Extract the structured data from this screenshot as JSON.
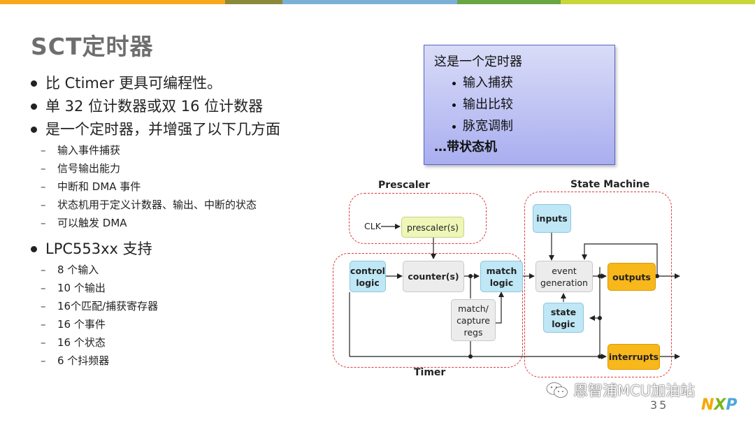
{
  "colors": {
    "topbar": [
      "#f7a81b",
      "#8a8a3a",
      "#7ab0d6",
      "#6aa642",
      "#c9d63a"
    ],
    "title": "#6e6e6e",
    "region_border": "#e03a3a",
    "block_blue": "#bfe7f6",
    "block_orange": "#f8b71a",
    "block_yellow": "#eef7b8",
    "callout_bg": "#b5bbf2"
  },
  "title": "SCT定时器",
  "bullets": {
    "b1": "比 Ctimer 更具可编程性。",
    "b2": "单 32 位计数器或双 16 位计数器",
    "b3": "是一个定时器，并增强了以下几方面",
    "b3_items": [
      "输入事件捕获",
      "信号输出能力",
      "中断和 DMA 事件",
      "状态机用于定义计数器、输出、中断的状态",
      "可以触发 DMA"
    ],
    "b4": "LPC553xx 支持",
    "b4_items": [
      "8 个输入",
      "10 个输出",
      "16个匹配/捕获寄存器",
      "16 个事件",
      "16 个状态",
      "6 个抖频器"
    ]
  },
  "callout": {
    "heading": "这是一个定时器",
    "items": [
      "输入捕获",
      "输出比较",
      "脉宽调制"
    ],
    "footer": "…带状态机"
  },
  "diagram": {
    "prescaler_label": "Prescaler",
    "state_machine_label": "State Machine",
    "timer_label": "Timer",
    "clk": "CLK",
    "prescaler_block": "prescaler(s)",
    "control_logic": "control logic",
    "counter": "counter(s)",
    "match_logic": "match logic",
    "match_capture": "match/ capture regs",
    "inputs": "inputs",
    "event_generation": "event generation",
    "state_logic": "state logic",
    "outputs": "outputs",
    "interrupts": "interrupts"
  },
  "footer": {
    "watermark": "恩智浦MCU加油站",
    "page_number": "35",
    "logo_n": "N",
    "logo_x": "X",
    "logo_p": "P"
  }
}
